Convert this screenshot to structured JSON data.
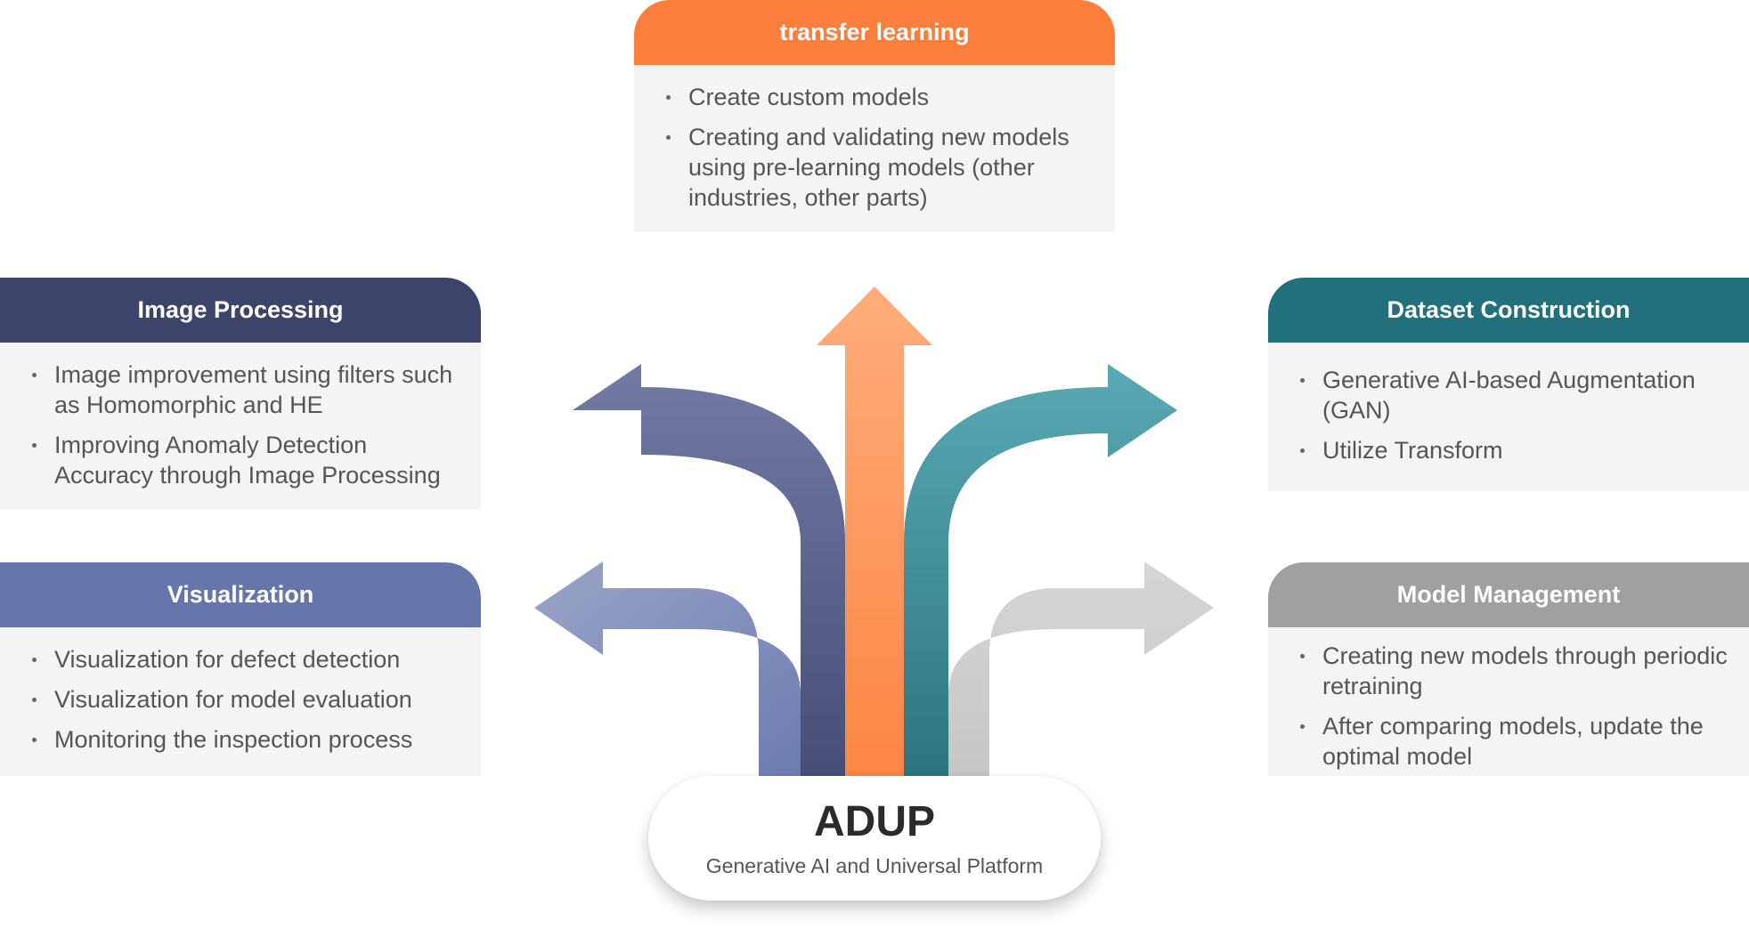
{
  "panels": {
    "transfer": {
      "title": "transfer learning",
      "color": "#fb7e3c",
      "items": [
        "Create custom models",
        "Creating and validating new models using pre-learning models (other industries, other parts)"
      ]
    },
    "image_processing": {
      "title": "Image Processing",
      "color": "#3c4569",
      "items": [
        "Image improvement using filters such as Homomorphic and HE",
        "Improving Anomaly Detection Accuracy through Image Processing"
      ]
    },
    "visualization": {
      "title": "Visualization",
      "color": "#6776aa",
      "items": [
        "Visualization for defect detection",
        "Visualization for model evaluation",
        "Monitoring the inspection process"
      ]
    },
    "dataset": {
      "title": "Dataset Construction",
      "color": "#22707b",
      "items": [
        "Generative AI-based Augmentation (GAN)",
        "Utilize Transform"
      ]
    },
    "model_management": {
      "title": "Model Management",
      "color": "#a0a0a0",
      "items": [
        "Creating new models through periodic retraining",
        "After comparing models, update the optimal model"
      ]
    }
  },
  "center": {
    "title": "ADUP",
    "subtitle": "Generative AI and Universal Platform"
  }
}
